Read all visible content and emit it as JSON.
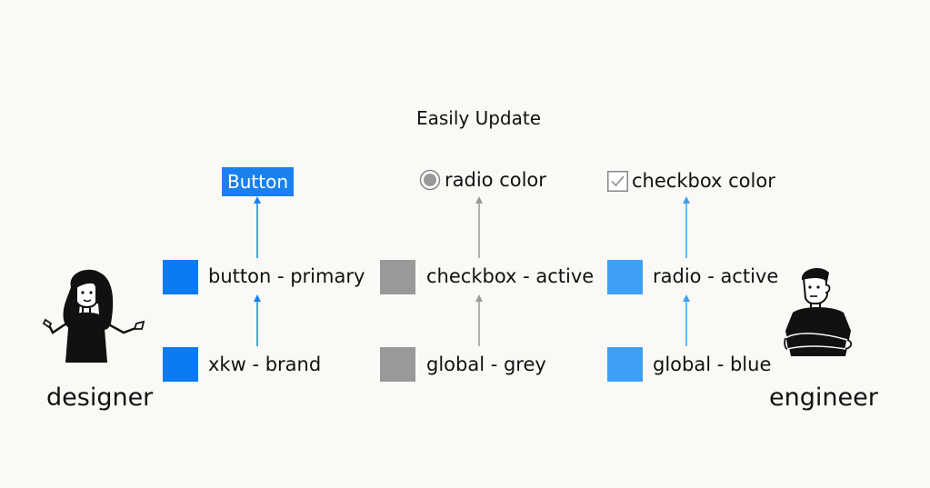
{
  "title": "Easily Update",
  "colors": {
    "brand_blue": "#0a7bf0",
    "grey": "#999999",
    "light_blue": "#3e9ff7",
    "background": "#faf9f5"
  },
  "columns": [
    {
      "component_label": "Button",
      "component_type": "button",
      "semantic_token": "button - primary",
      "global_token": "xkw - brand"
    },
    {
      "component_label": "radio color",
      "component_type": "radio",
      "semantic_token": "checkbox - active",
      "global_token": "global - grey"
    },
    {
      "component_label": "checkbox color",
      "component_type": "checkbox",
      "semantic_token": "radio - active",
      "global_token": "global - blue"
    }
  ],
  "people": {
    "left": {
      "label": "designer",
      "icon": "designer-illustration"
    },
    "right": {
      "label": "engineer",
      "icon": "engineer-illustration"
    }
  }
}
